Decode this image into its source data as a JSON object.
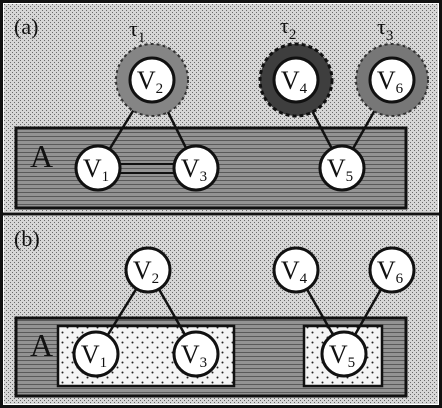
{
  "panels": [
    {
      "id": "a",
      "label": "(a)",
      "set_label": "A",
      "taus": [
        {
          "id": "t1",
          "main": "τ",
          "sub": "1"
        },
        {
          "id": "t2",
          "main": "τ",
          "sub": "2"
        },
        {
          "id": "t3",
          "main": "τ",
          "sub": "3"
        }
      ],
      "nodes": [
        {
          "id": "v2",
          "main": "V",
          "sub": "2"
        },
        {
          "id": "v4",
          "main": "V",
          "sub": "4"
        },
        {
          "id": "v6",
          "main": "V",
          "sub": "6"
        },
        {
          "id": "v1",
          "main": "V",
          "sub": "1"
        },
        {
          "id": "v3",
          "main": "V",
          "sub": "3"
        },
        {
          "id": "v5",
          "main": "V",
          "sub": "5"
        }
      ]
    },
    {
      "id": "b",
      "label": "(b)",
      "set_label": "A",
      "nodes": [
        {
          "id": "v2",
          "main": "V",
          "sub": "2"
        },
        {
          "id": "v4",
          "main": "V",
          "sub": "4"
        },
        {
          "id": "v6",
          "main": "V",
          "sub": "6"
        },
        {
          "id": "v1",
          "main": "V",
          "sub": "1"
        },
        {
          "id": "v3",
          "main": "V",
          "sub": "3"
        },
        {
          "id": "v5",
          "main": "V",
          "sub": "5"
        }
      ]
    }
  ],
  "colors": {
    "ink": "#111111",
    "panel_bg": "#d6d6d6",
    "set_fill": "#8c8c8c",
    "dotted_fill": "#f3f3f3",
    "node_fill": "#ffffff",
    "halo_dark": "#454545",
    "halo_light": "#808080"
  }
}
